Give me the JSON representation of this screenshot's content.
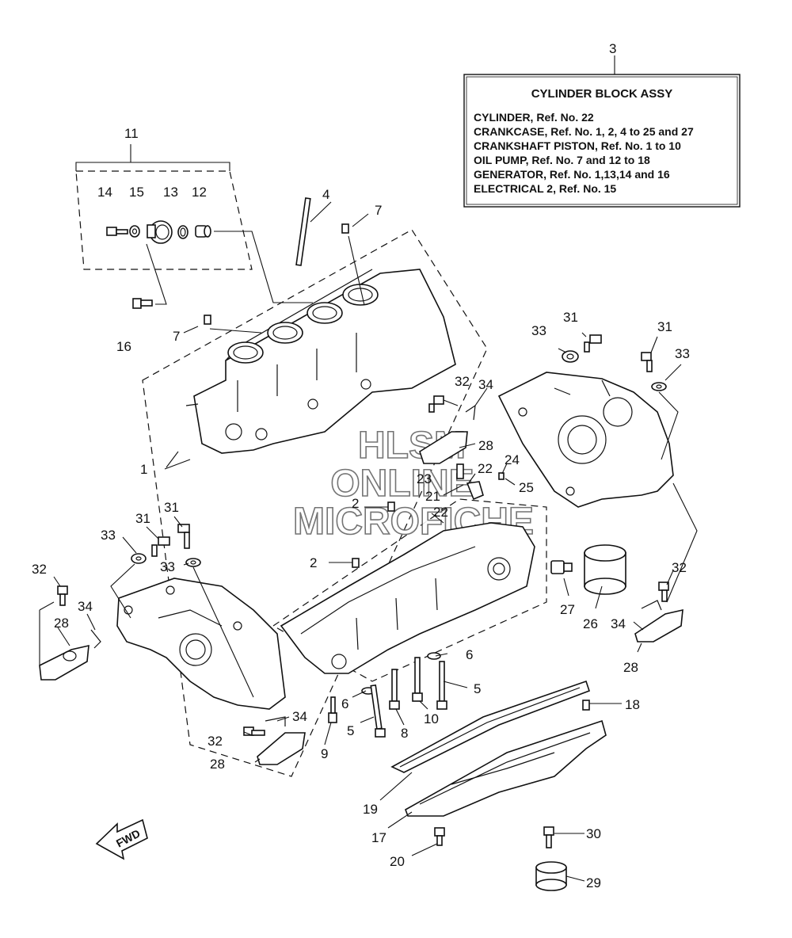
{
  "assembly_box": {
    "ref": "3",
    "title": "CYLINDER BLOCK ASSY",
    "lines": [
      "CYLINDER,  Ref. No. 22",
      "CRANKCASE, Ref. No. 1, 2, 4 to 25 and 27",
      "CRANKSHAFT PISTON, Ref. No. 1 to 10",
      "OIL PUMP,  Ref. No. 7 and 12 to 18",
      "GENERATOR, Ref. No. 1,13,14 and 16",
      "ELECTRICAL 2, Ref. No. 15"
    ]
  },
  "watermark": [
    "HLSM",
    "ONLINE",
    "MICROFICHE"
  ],
  "fwd_label": "FWD",
  "callouts": {
    "c11": "11",
    "c14": "14",
    "c15": "15",
    "c13": "13",
    "c12": "12",
    "c16": "16",
    "c4": "4",
    "c7a": "7",
    "c7b": "7",
    "c1": "1",
    "c33a": "33",
    "c31a": "31",
    "c31b": "31",
    "c33b": "33",
    "c32a": "32",
    "c34a": "34",
    "c28a": "28",
    "c31c": "31",
    "c33c": "33",
    "c31d": "31",
    "c33d": "33",
    "c32b": "32",
    "c34b": "34",
    "c28b": "28",
    "c23": "23",
    "c21": "21",
    "c22a": "22",
    "c22b": "22",
    "c24": "24",
    "c25": "25",
    "c2a": "2",
    "c2b": "2",
    "c6a": "6",
    "c6b": "6",
    "c27": "27",
    "c26": "26",
    "c32c": "32",
    "c34c": "34",
    "c28c": "28",
    "c32d": "32",
    "c34d": "34",
    "c28d": "28",
    "c5a": "5",
    "c5b": "5",
    "c9": "9",
    "c8": "8",
    "c10": "10",
    "c18": "18",
    "c19": "19",
    "c17": "17",
    "c20": "20",
    "c30": "30",
    "c29": "29"
  }
}
